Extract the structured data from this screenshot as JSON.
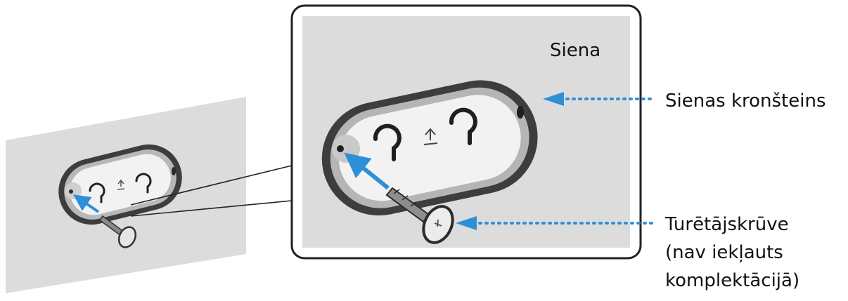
{
  "labels": {
    "wall": "Siena",
    "bracket": "Sienas kronšteins",
    "screw_line1": "Turētājskrūve",
    "screw_line2": "(nav iekļauts",
    "screw_line3": "komplektācijā)"
  },
  "colors": {
    "wall_fill": "#dcdcdc",
    "callout_stroke": "#222222",
    "arrow": "#2f8fd6",
    "bracket_outer": "#3d3d3d",
    "bracket_face": "#f2f2f2"
  },
  "icons": {
    "keyhole": "keyhole-icon",
    "up_arrow": "up-arrow-icon",
    "screw": "screw-icon"
  }
}
